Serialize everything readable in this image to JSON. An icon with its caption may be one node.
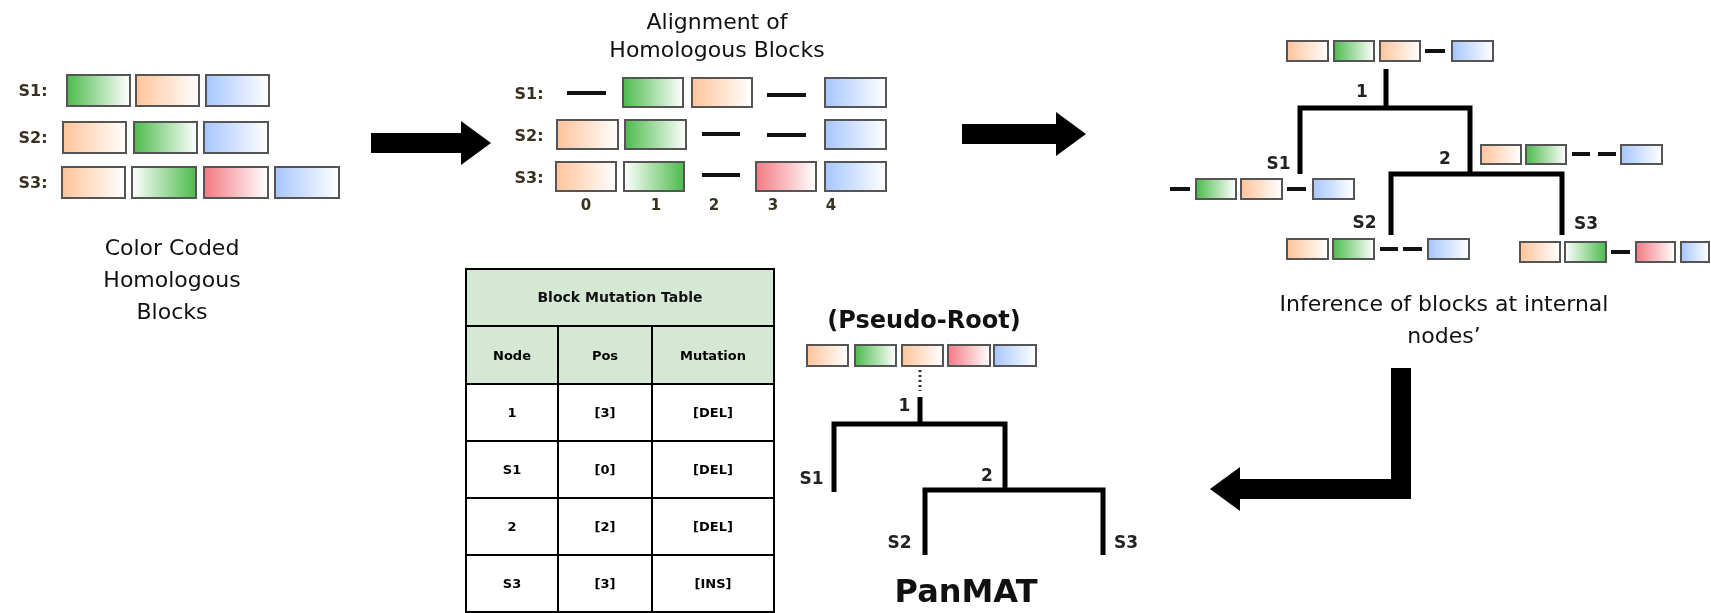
{
  "diagram": {
    "nodes": [
      {
        "text": [
          "Color Coded Homologous Blocks"
        ]
      },
      {
        "text": [
          "Alignment of Homologous Blocks"
        ]
      },
      {
        "text": [
          "Inference of blocks at internal nodes’"
        ]
      },
      {
        "text": [
          "(Pseudo-Root)",
          "PanMAT"
        ]
      },
      {
        "text": [
          "Block Mutation Table"
        ]
      }
    ],
    "edges": [
      {
        "from": 0,
        "to": 1,
        "arrow": "to"
      },
      {
        "from": 1,
        "to": 2,
        "arrow": "to"
      },
      {
        "from": 2,
        "to": 3,
        "arrow": "to"
      }
    ],
    "labels": [
      "S1:",
      "S2:",
      "S3:",
      "S1:",
      "S2:",
      "S3:",
      "0",
      "1",
      "2",
      "3",
      "4",
      "1",
      "S1",
      "2",
      "S2",
      "S3",
      "Node",
      "Pos",
      "Mutation",
      "1",
      "[3]",
      "[DEL]",
      "S1",
      "[0]",
      "[DEL]",
      "2",
      "[2]",
      "[DEL]",
      "S3",
      "[3]",
      "[INS]",
      "1",
      "S1",
      "2",
      "S2",
      "S3"
    ]
  }
}
